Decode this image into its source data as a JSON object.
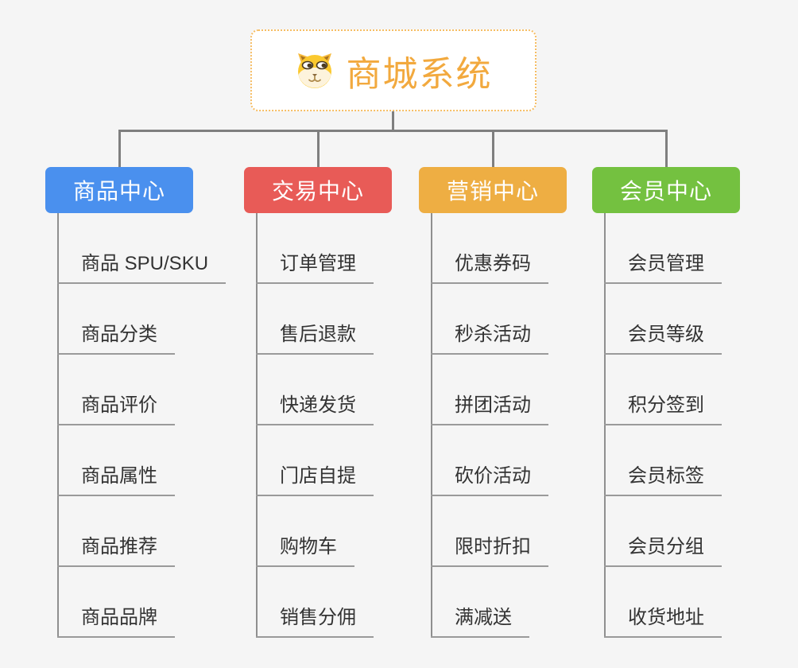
{
  "root": {
    "title": "商城系统",
    "icon": "dog-face-icon",
    "accent": "#f2a93e",
    "border_color": "#f6bd63"
  },
  "connector_color": "#7f7f7f",
  "branches": [
    {
      "label": "商品中心",
      "color": "#4a90ee",
      "items": [
        "商品 SPU/SKU",
        "商品分类",
        "商品评价",
        "商品属性",
        "商品推荐",
        "商品品牌"
      ]
    },
    {
      "label": "交易中心",
      "color": "#e85b57",
      "items": [
        "订单管理",
        "售后退款",
        "快递发货",
        "门店自提",
        "购物车",
        "销售分佣"
      ]
    },
    {
      "label": "营销中心",
      "color": "#eeae43",
      "items": [
        "优惠券码",
        "秒杀活动",
        "拼团活动",
        "砍价活动",
        "限时折扣",
        "满减送"
      ]
    },
    {
      "label": "会员中心",
      "color": "#74c140",
      "items": [
        "会员管理",
        "会员等级",
        "积分签到",
        "会员标签",
        "会员分组",
        "收货地址"
      ]
    }
  ]
}
